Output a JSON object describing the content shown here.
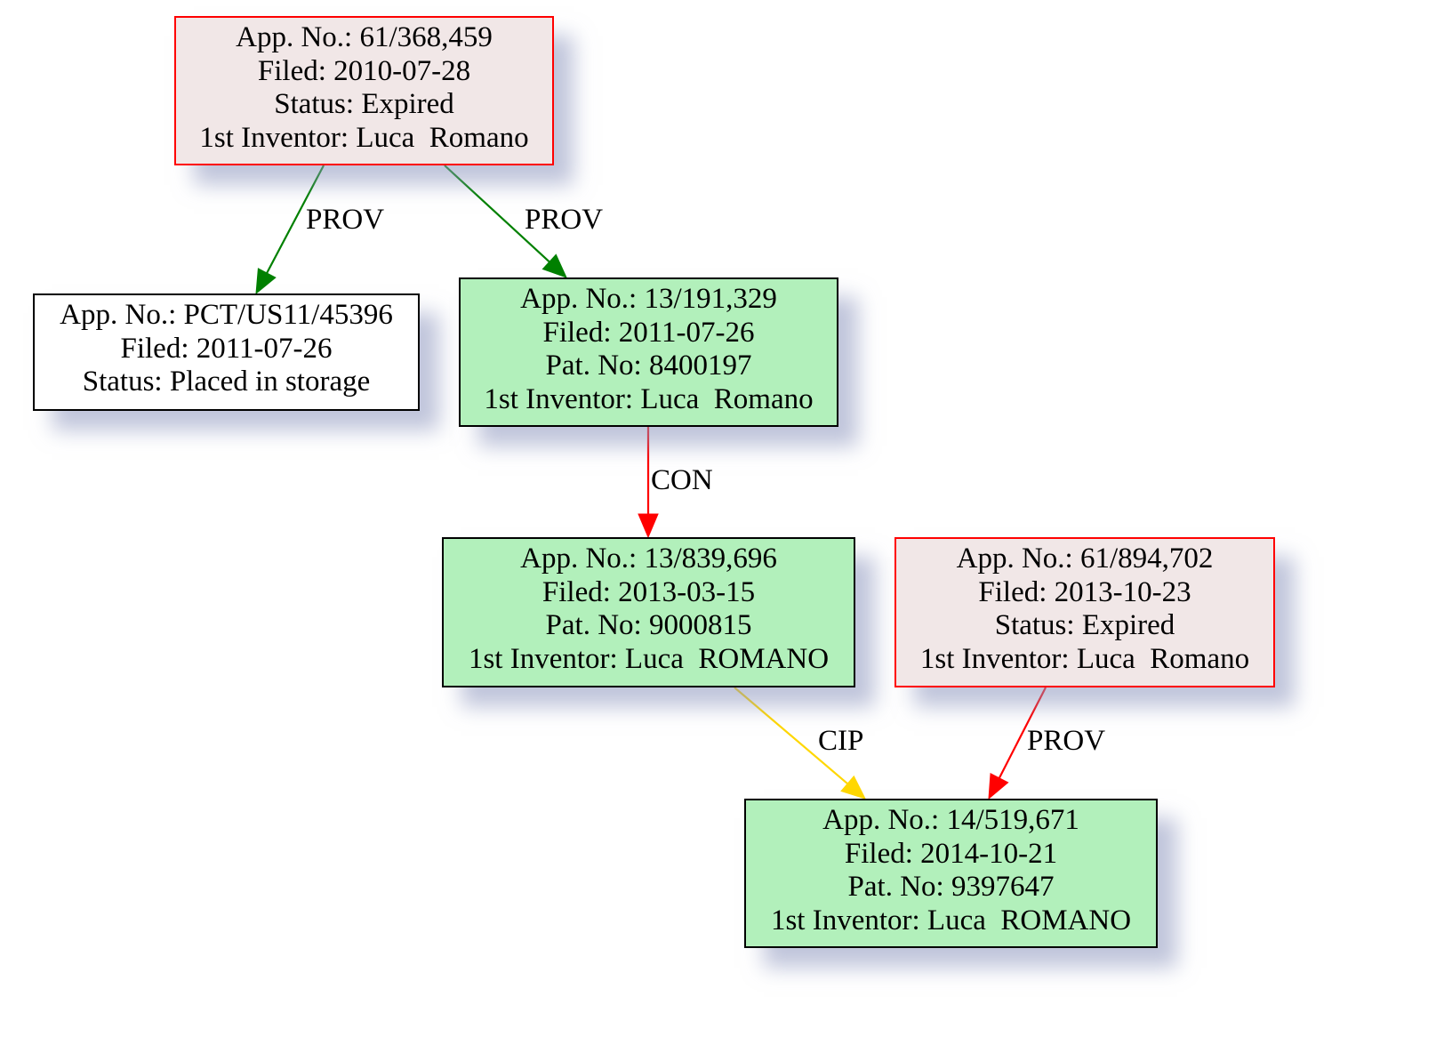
{
  "colors": {
    "expired_fill": "#f1e7e7",
    "expired_border": "#ff0000",
    "granted_fill": "#b2f0bb",
    "plain_fill": "#ffffff",
    "edge_prov_green": "#008000",
    "edge_red": "#ff0000",
    "edge_cip": "#ffd700"
  },
  "nodes": [
    {
      "id": "n1",
      "style": "expired",
      "lines": [
        "App. No.: 61/368,459",
        "Filed: 2010-07-28",
        "Status: Expired",
        "1st Inventor: Luca  Romano"
      ]
    },
    {
      "id": "n2",
      "style": "plain",
      "lines": [
        "App. No.: PCT/US11/45396",
        "Filed: 2011-07-26",
        "Status: Placed in storage"
      ]
    },
    {
      "id": "n3",
      "style": "granted",
      "lines": [
        "App. No.: 13/191,329",
        "Filed: 2011-07-26",
        "Pat. No: 8400197",
        "1st Inventor: Luca  Romano"
      ]
    },
    {
      "id": "n4",
      "style": "granted",
      "lines": [
        "App. No.: 13/839,696",
        "Filed: 2013-03-15",
        "Pat. No: 9000815",
        "1st Inventor: Luca  ROMANO"
      ]
    },
    {
      "id": "n5",
      "style": "expired",
      "lines": [
        "App. No.: 61/894,702",
        "Filed: 2013-10-23",
        "Status: Expired",
        "1st Inventor: Luca  Romano"
      ]
    },
    {
      "id": "n6",
      "style": "granted",
      "lines": [
        "App. No.: 14/519,671",
        "Filed: 2014-10-21",
        "Pat. No: 9397647",
        "1st Inventor: Luca  ROMANO"
      ]
    }
  ],
  "edges": [
    {
      "from": "n1",
      "to": "n2",
      "label": "PROV",
      "color": "#008000"
    },
    {
      "from": "n1",
      "to": "n3",
      "label": "PROV",
      "color": "#008000"
    },
    {
      "from": "n3",
      "to": "n4",
      "label": "CON",
      "color": "#ff0000"
    },
    {
      "from": "n4",
      "to": "n6",
      "label": "CIP",
      "color": "#ffd700"
    },
    {
      "from": "n5",
      "to": "n6",
      "label": "PROV",
      "color": "#ff0000"
    }
  ]
}
